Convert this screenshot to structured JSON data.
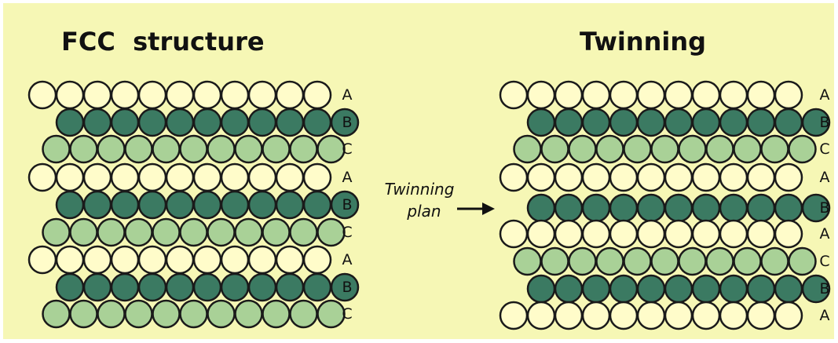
{
  "left_title": "FCC  structure",
  "right_title": "Twinning",
  "twinning_plane_label_line1": "Twinning",
  "twinning_plane_label_line2": "plan",
  "left_stack": [
    "A",
    "B",
    "C",
    "A",
    "B",
    "C",
    "A",
    "B",
    "C"
  ],
  "right_stack": [
    "A",
    "B",
    "C",
    "A",
    "B",
    "A",
    "C",
    "B",
    "A"
  ],
  "layer_colors": {
    "A": "#fffcca",
    "B": "#3b7a62",
    "C": "#a9d197"
  },
  "outline_color": "#1a1a1a",
  "background_color": "#f6f7b5",
  "spheres_per_row": 11
}
